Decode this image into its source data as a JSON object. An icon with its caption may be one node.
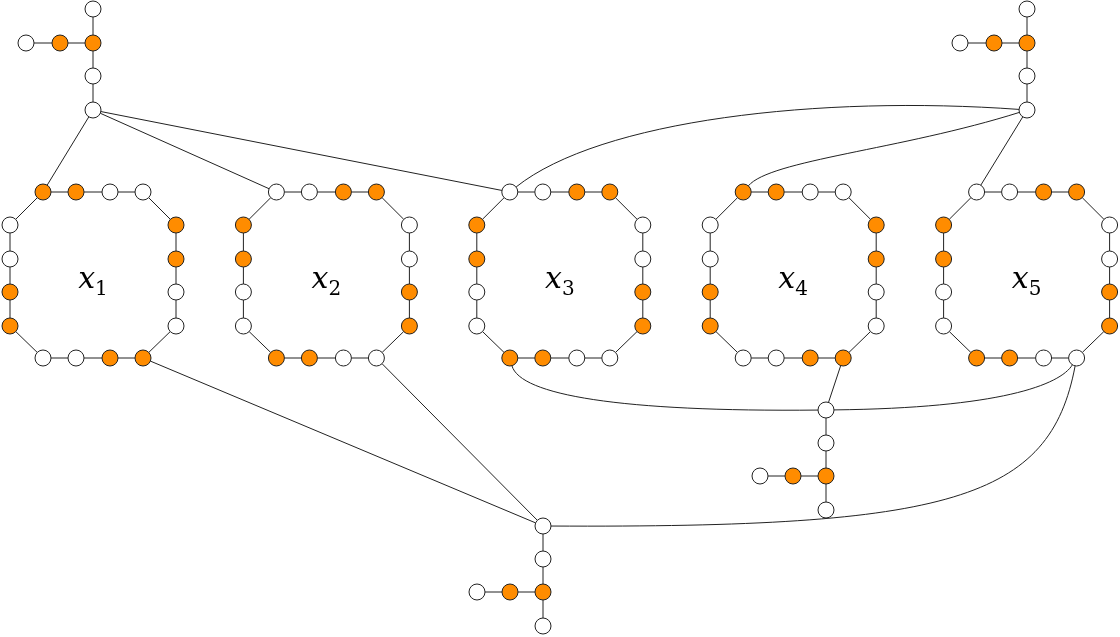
{
  "diagram": {
    "nodes": [
      {
        "text": [],
        "shape": "circle"
      },
      {
        "text": [],
        "shape": "circle"
      },
      {
        "text": [],
        "shape": "circle"
      },
      {
        "text": [],
        "shape": "circle"
      },
      {
        "text": [],
        "shape": "circle"
      },
      {
        "text": [],
        "shape": "circle"
      },
      {
        "text": [],
        "shape": "circle"
      },
      {
        "text": [],
        "shape": "circle"
      },
      {
        "text": [],
        "shape": "circle"
      },
      {
        "text": [],
        "shape": "circle"
      },
      {
        "text": [],
        "shape": "circle"
      },
      {
        "text": [],
        "shape": "circle"
      },
      {
        "text": [],
        "shape": "circle"
      },
      {
        "text": [],
        "shape": "circle"
      },
      {
        "text": [],
        "shape": "circle"
      },
      {
        "text": [],
        "shape": "circle"
      },
      {
        "text": [],
        "shape": "circle"
      },
      {
        "text": [],
        "shape": "circle"
      },
      {
        "text": [],
        "shape": "circle"
      },
      {
        "text": [],
        "shape": "circle"
      },
      {
        "text": [],
        "shape": "circle"
      },
      {
        "text": [],
        "shape": "circle"
      },
      {
        "text": [],
        "shape": "circle"
      },
      {
        "text": [],
        "shape": "circle"
      },
      {
        "text": [],
        "shape": "circle"
      },
      {
        "text": [],
        "shape": "circle"
      },
      {
        "text": [],
        "shape": "circle"
      },
      {
        "text": [],
        "shape": "circle"
      },
      {
        "text": [],
        "shape": "circle"
      },
      {
        "text": [],
        "shape": "circle"
      },
      {
        "text": [],
        "shape": "circle"
      },
      {
        "text": [],
        "shape": "circle"
      },
      {
        "text": [],
        "shape": "circle"
      },
      {
        "text": [],
        "shape": "circle"
      },
      {
        "text": [],
        "shape": "circle"
      },
      {
        "text": [],
        "shape": "circle"
      },
      {
        "text": [],
        "shape": "circle"
      },
      {
        "text": [],
        "shape": "circle"
      },
      {
        "text": [],
        "shape": "circle"
      },
      {
        "text": [],
        "shape": "circle"
      },
      {
        "text": [],
        "shape": "circle"
      },
      {
        "text": [],
        "shape": "circle"
      },
      {
        "text": [],
        "shape": "circle"
      },
      {
        "text": [],
        "shape": "circle"
      },
      {
        "text": [],
        "shape": "circle"
      },
      {
        "text": [],
        "shape": "circle"
      },
      {
        "text": [],
        "shape": "circle"
      },
      {
        "text": [],
        "shape": "circle"
      },
      {
        "text": [],
        "shape": "circle"
      },
      {
        "text": [],
        "shape": "circle"
      },
      {
        "text": [],
        "shape": "circle"
      },
      {
        "text": [],
        "shape": "circle"
      },
      {
        "text": [],
        "shape": "circle"
      },
      {
        "text": [],
        "shape": "circle"
      },
      {
        "text": [],
        "shape": "circle"
      },
      {
        "text": [],
        "shape": "circle"
      },
      {
        "text": [],
        "shape": "circle"
      },
      {
        "text": [],
        "shape": "circle"
      },
      {
        "text": [],
        "shape": "circle"
      },
      {
        "text": [],
        "shape": "circle"
      },
      {
        "text": [],
        "shape": "circle"
      },
      {
        "text": [],
        "shape": "circle"
      },
      {
        "text": [],
        "shape": "circle"
      },
      {
        "text": [],
        "shape": "circle"
      },
      {
        "text": [],
        "shape": "circle"
      },
      {
        "text": [],
        "shape": "circle"
      },
      {
        "text": [],
        "shape": "circle"
      },
      {
        "text": [],
        "shape": "circle"
      },
      {
        "text": [],
        "shape": "circle"
      },
      {
        "text": [],
        "shape": "circle"
      },
      {
        "text": [],
        "shape": "circle"
      },
      {
        "text": [],
        "shape": "circle"
      },
      {
        "text": [],
        "shape": "circle"
      },
      {
        "text": [],
        "shape": "circle"
      },
      {
        "text": [],
        "shape": "circle"
      },
      {
        "text": [],
        "shape": "circle"
      },
      {
        "text": [],
        "shape": "circle"
      },
      {
        "text": [],
        "shape": "circle"
      },
      {
        "text": [],
        "shape": "circle"
      },
      {
        "text": [],
        "shape": "circle"
      },
      {
        "text": [],
        "shape": "circle"
      },
      {
        "text": [],
        "shape": "circle"
      },
      {
        "text": [],
        "shape": "circle"
      },
      {
        "text": [],
        "shape": "circle"
      },
      {
        "text": [],
        "shape": "circle"
      },
      {
        "text": [],
        "shape": "circle"
      },
      {
        "text": [],
        "shape": "circle"
      },
      {
        "text": [],
        "shape": "circle"
      },
      {
        "text": [],
        "shape": "circle"
      },
      {
        "text": [],
        "shape": "circle"
      },
      {
        "text": [],
        "shape": "circle"
      },
      {
        "text": [],
        "shape": "circle"
      },
      {
        "text": [],
        "shape": "circle"
      },
      {
        "text": [],
        "shape": "circle"
      },
      {
        "text": [],
        "shape": "circle"
      },
      {
        "text": [],
        "shape": "circle"
      },
      {
        "text": [],
        "shape": "circle"
      },
      {
        "text": [],
        "shape": "circle"
      },
      {
        "text": [],
        "shape": "circle"
      },
      {
        "text": [],
        "shape": "circle"
      },
      {
        "text": [],
        "shape": "circle"
      },
      {
        "text": [],
        "shape": "circle"
      },
      {
        "text": [],
        "shape": "circle"
      },
      {
        "text": [],
        "shape": "circle"
      }
    ],
    "edges": [
      {
        "from": 5,
        "to": 4,
        "arrow": "none"
      },
      {
        "from": 4,
        "to": 3,
        "arrow": "none"
      },
      {
        "from": 3,
        "to": 0,
        "arrow": "none"
      },
      {
        "from": 3,
        "to": 2,
        "arrow": "none"
      },
      {
        "from": 2,
        "to": 1,
        "arrow": "none"
      },
      {
        "from": 11,
        "to": 10,
        "arrow": "none"
      },
      {
        "from": 10,
        "to": 9,
        "arrow": "none"
      },
      {
        "from": 9,
        "to": 6,
        "arrow": "none"
      },
      {
        "from": 9,
        "to": 8,
        "arrow": "none"
      },
      {
        "from": 8,
        "to": 7,
        "arrow": "none"
      },
      {
        "from": 12,
        "to": 13,
        "arrow": "none"
      },
      {
        "from": 13,
        "to": 14,
        "arrow": "none"
      },
      {
        "from": 14,
        "to": 15,
        "arrow": "none"
      },
      {
        "from": 15,
        "to": 16,
        "arrow": "none"
      },
      {
        "from": 16,
        "to": 17,
        "arrow": "none"
      },
      {
        "from": 17,
        "to": 18,
        "arrow": "none"
      },
      {
        "from": 18,
        "to": 19,
        "arrow": "none"
      },
      {
        "from": 19,
        "to": 20,
        "arrow": "none"
      },
      {
        "from": 20,
        "to": 21,
        "arrow": "none"
      },
      {
        "from": 21,
        "to": 22,
        "arrow": "none"
      },
      {
        "from": 22,
        "to": 23,
        "arrow": "none"
      },
      {
        "from": 23,
        "to": 24,
        "arrow": "none"
      },
      {
        "from": 24,
        "to": 25,
        "arrow": "none"
      },
      {
        "from": 25,
        "to": 26,
        "arrow": "none"
      },
      {
        "from": 26,
        "to": 27,
        "arrow": "none"
      },
      {
        "from": 27,
        "to": 12,
        "arrow": "none"
      },
      {
        "from": 28,
        "to": 29,
        "arrow": "none"
      },
      {
        "from": 29,
        "to": 30,
        "arrow": "none"
      },
      {
        "from": 30,
        "to": 31,
        "arrow": "none"
      },
      {
        "from": 31,
        "to": 32,
        "arrow": "none"
      },
      {
        "from": 32,
        "to": 33,
        "arrow": "none"
      },
      {
        "from": 33,
        "to": 34,
        "arrow": "none"
      },
      {
        "from": 34,
        "to": 35,
        "arrow": "none"
      },
      {
        "from": 35,
        "to": 36,
        "arrow": "none"
      },
      {
        "from": 36,
        "to": 37,
        "arrow": "none"
      },
      {
        "from": 37,
        "to": 38,
        "arrow": "none"
      },
      {
        "from": 38,
        "to": 39,
        "arrow": "none"
      },
      {
        "from": 39,
        "to": 40,
        "arrow": "none"
      },
      {
        "from": 40,
        "to": 41,
        "arrow": "none"
      },
      {
        "from": 41,
        "to": 42,
        "arrow": "none"
      },
      {
        "from": 42,
        "to": 43,
        "arrow": "none"
      },
      {
        "from": 43,
        "to": 28,
        "arrow": "none"
      },
      {
        "from": 44,
        "to": 45,
        "arrow": "none"
      },
      {
        "from": 45,
        "to": 46,
        "arrow": "none"
      },
      {
        "from": 46,
        "to": 47,
        "arrow": "none"
      },
      {
        "from": 47,
        "to": 48,
        "arrow": "none"
      },
      {
        "from": 48,
        "to": 49,
        "arrow": "none"
      },
      {
        "from": 49,
        "to": 50,
        "arrow": "none"
      },
      {
        "from": 50,
        "to": 51,
        "arrow": "none"
      },
      {
        "from": 51,
        "to": 52,
        "arrow": "none"
      },
      {
        "from": 52,
        "to": 53,
        "arrow": "none"
      },
      {
        "from": 53,
        "to": 54,
        "arrow": "none"
      },
      {
        "from": 54,
        "to": 55,
        "arrow": "none"
      },
      {
        "from": 55,
        "to": 56,
        "arrow": "none"
      },
      {
        "from": 56,
        "to": 57,
        "arrow": "none"
      },
      {
        "from": 57,
        "to": 58,
        "arrow": "none"
      },
      {
        "from": 58,
        "to": 59,
        "arrow": "none"
      },
      {
        "from": 59,
        "to": 44,
        "arrow": "none"
      },
      {
        "from": 60,
        "to": 61,
        "arrow": "none"
      },
      {
        "from": 61,
        "to": 62,
        "arrow": "none"
      },
      {
        "from": 62,
        "to": 63,
        "arrow": "none"
      },
      {
        "from": 63,
        "to": 64,
        "arrow": "none"
      },
      {
        "from": 64,
        "to": 65,
        "arrow": "none"
      },
      {
        "from": 65,
        "to": 66,
        "arrow": "none"
      },
      {
        "from": 66,
        "to": 67,
        "arrow": "none"
      },
      {
        "from": 67,
        "to": 68,
        "arrow": "none"
      },
      {
        "from": 68,
        "to": 69,
        "arrow": "none"
      },
      {
        "from": 69,
        "to": 70,
        "arrow": "none"
      },
      {
        "from": 70,
        "to": 71,
        "arrow": "none"
      },
      {
        "from": 71,
        "to": 72,
        "arrow": "none"
      },
      {
        "from": 72,
        "to": 73,
        "arrow": "none"
      },
      {
        "from": 73,
        "to": 74,
        "arrow": "none"
      },
      {
        "from": 74,
        "to": 75,
        "arrow": "none"
      },
      {
        "from": 75,
        "to": 60,
        "arrow": "none"
      },
      {
        "from": 76,
        "to": 77,
        "arrow": "none"
      },
      {
        "from": 77,
        "to": 78,
        "arrow": "none"
      },
      {
        "from": 78,
        "to": 79,
        "arrow": "none"
      },
      {
        "from": 79,
        "to": 80,
        "arrow": "none"
      },
      {
        "from": 80,
        "to": 81,
        "arrow": "none"
      },
      {
        "from": 81,
        "to": 82,
        "arrow": "none"
      },
      {
        "from": 82,
        "to": 83,
        "arrow": "none"
      },
      {
        "from": 83,
        "to": 84,
        "arrow": "none"
      },
      {
        "from": 84,
        "to": 85,
        "arrow": "none"
      },
      {
        "from": 85,
        "to": 86,
        "arrow": "none"
      },
      {
        "from": 86,
        "to": 87,
        "arrow": "none"
      },
      {
        "from": 87,
        "to": 88,
        "arrow": "none"
      },
      {
        "from": 88,
        "to": 89,
        "arrow": "none"
      },
      {
        "from": 89,
        "to": 90,
        "arrow": "none"
      },
      {
        "from": 90,
        "to": 91,
        "arrow": "none"
      },
      {
        "from": 91,
        "to": 76,
        "arrow": "none"
      },
      {
        "from": 92,
        "to": 93,
        "arrow": "none"
      },
      {
        "from": 93,
        "to": 96,
        "arrow": "none"
      },
      {
        "from": 96,
        "to": 97,
        "arrow": "none"
      },
      {
        "from": 96,
        "to": 95,
        "arrow": "none"
      },
      {
        "from": 95,
        "to": 94,
        "arrow": "none"
      },
      {
        "from": 98,
        "to": 99,
        "arrow": "none"
      },
      {
        "from": 99,
        "to": 102,
        "arrow": "none"
      },
      {
        "from": 102,
        "to": 103,
        "arrow": "none"
      },
      {
        "from": 102,
        "to": 101,
        "arrow": "none"
      },
      {
        "from": 101,
        "to": 100,
        "arrow": "none"
      },
      {
        "from": 5,
        "to": 12,
        "arrow": "none"
      },
      {
        "from": 5,
        "to": 28,
        "arrow": "none"
      },
      {
        "from": 5,
        "to": 44,
        "arrow": "none"
      },
      {
        "from": 11,
        "to": 44,
        "arrow": "none"
      },
      {
        "from": 11,
        "to": 60,
        "arrow": "none"
      },
      {
        "from": 11,
        "to": 76,
        "arrow": "none"
      },
      {
        "from": 92,
        "to": 68,
        "arrow": "none"
      },
      {
        "from": 92,
        "to": 55,
        "arrow": "none"
      },
      {
        "from": 92,
        "to": 84,
        "arrow": "none"
      },
      {
        "from": 98,
        "to": 20,
        "arrow": "none"
      },
      {
        "from": 98,
        "to": 36,
        "arrow": "none"
      },
      {
        "from": 98,
        "to": 84,
        "arrow": "none"
      }
    ],
    "labels": [
      "x$_{1}$",
      "x$_{2}$",
      "x$_{3}$",
      "x$_{4}$",
      "x$_{5}$"
    ]
  }
}
